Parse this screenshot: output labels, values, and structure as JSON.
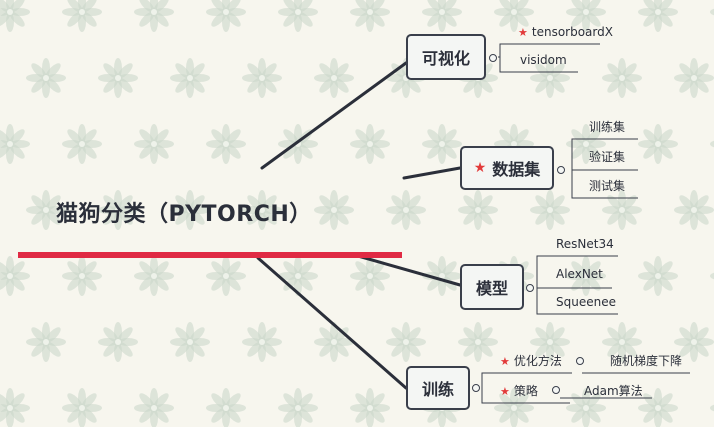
{
  "root": {
    "title": "猫狗分类（PYTORCH）"
  },
  "branches": {
    "visualize": {
      "label": "可视化",
      "items": [
        {
          "label": "tensorboardX",
          "starred": true
        },
        {
          "label": "visidom",
          "starred": false
        }
      ]
    },
    "dataset": {
      "label": "数据集",
      "starred": true,
      "items": [
        {
          "label": "训练集"
        },
        {
          "label": "验证集"
        },
        {
          "label": "测试集"
        }
      ]
    },
    "model": {
      "label": "模型",
      "items": [
        {
          "label": "ResNet34"
        },
        {
          "label": "AlexNet"
        },
        {
          "label": "Squeenee"
        }
      ]
    },
    "train": {
      "label": "训练",
      "items": [
        {
          "label": "优化方法",
          "starred": true,
          "detail": "随机梯度下降"
        },
        {
          "label": "策略",
          "starred": true,
          "detail": "Adam算法"
        }
      ]
    }
  },
  "colors": {
    "background": "#f7f6ee",
    "accent_bar": "#e02a44",
    "star": "#e23a3a",
    "node_border": "#3a3f4b",
    "line": "#2b2f3a",
    "flower": "#c9d6c9"
  },
  "icons": {
    "star": "star-icon",
    "collapse": "collapse-knob-icon"
  }
}
